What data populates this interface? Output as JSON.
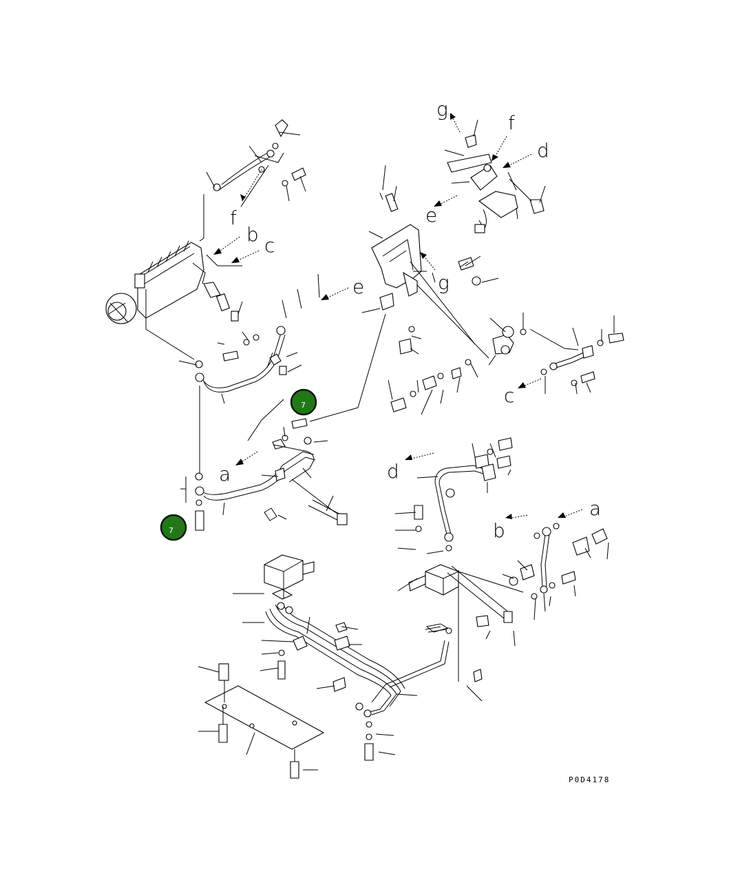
{
  "diagram": {
    "reference_code": "P0D4178",
    "connection_letters": [
      "a",
      "b",
      "c",
      "d",
      "e",
      "f",
      "g"
    ],
    "badge_label": "7",
    "badge_color": "#1f7a14",
    "line_color": "#000000",
    "background": "#ffffff"
  }
}
